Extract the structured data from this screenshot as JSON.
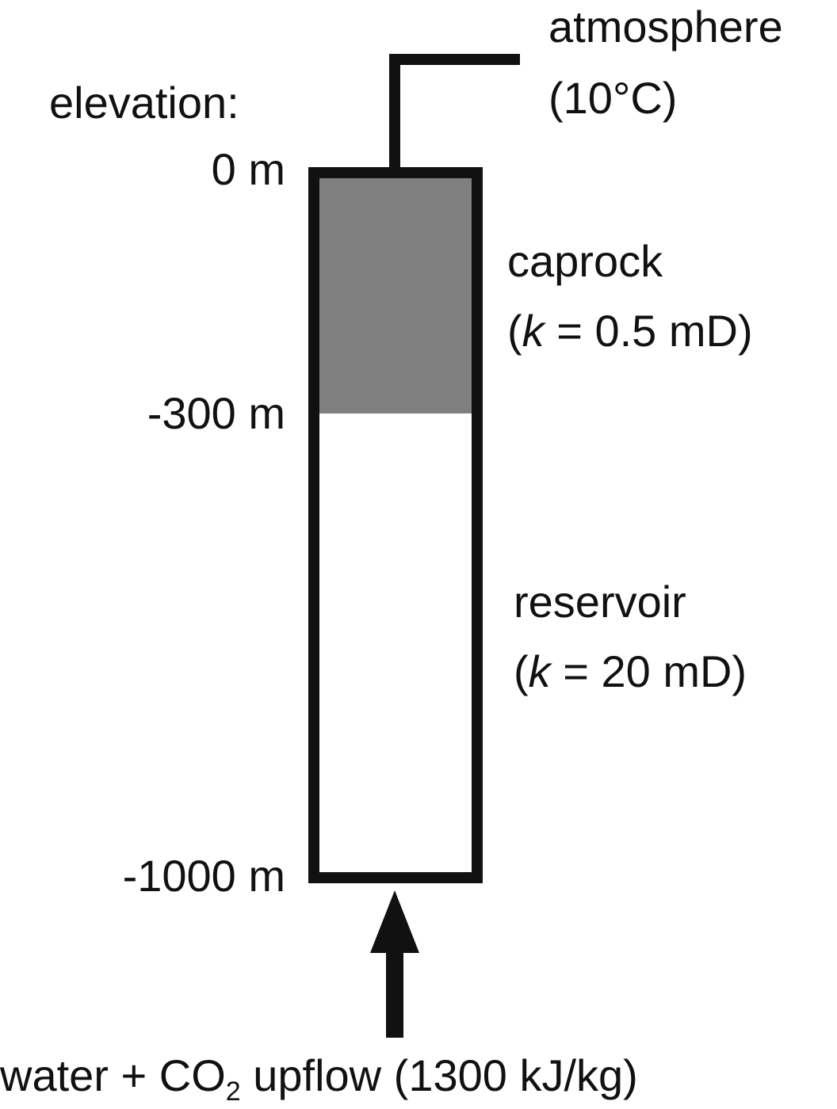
{
  "elevation": {
    "heading": "elevation:",
    "ticks": [
      "0 m",
      "-300 m",
      "-1000 m"
    ]
  },
  "atmosphere": {
    "name": "atmosphere",
    "temperature": "(10°C)"
  },
  "caprock": {
    "name": "caprock",
    "perm_open": "(",
    "perm_var": "k",
    "perm_rest": " = 0.5 mD)",
    "fill_color": "#808080"
  },
  "reservoir": {
    "name": "reservoir",
    "perm_open": "(",
    "perm_var": "k",
    "perm_rest": " = 20 mD)",
    "fill_color": "#ffffff"
  },
  "inflow": {
    "prefix": "water + CO",
    "subscript": "2",
    "suffix": " upflow (1300 kJ/kg)"
  },
  "colors": {
    "outline": "#111111",
    "caprock": "#808080",
    "background": "#ffffff"
  }
}
